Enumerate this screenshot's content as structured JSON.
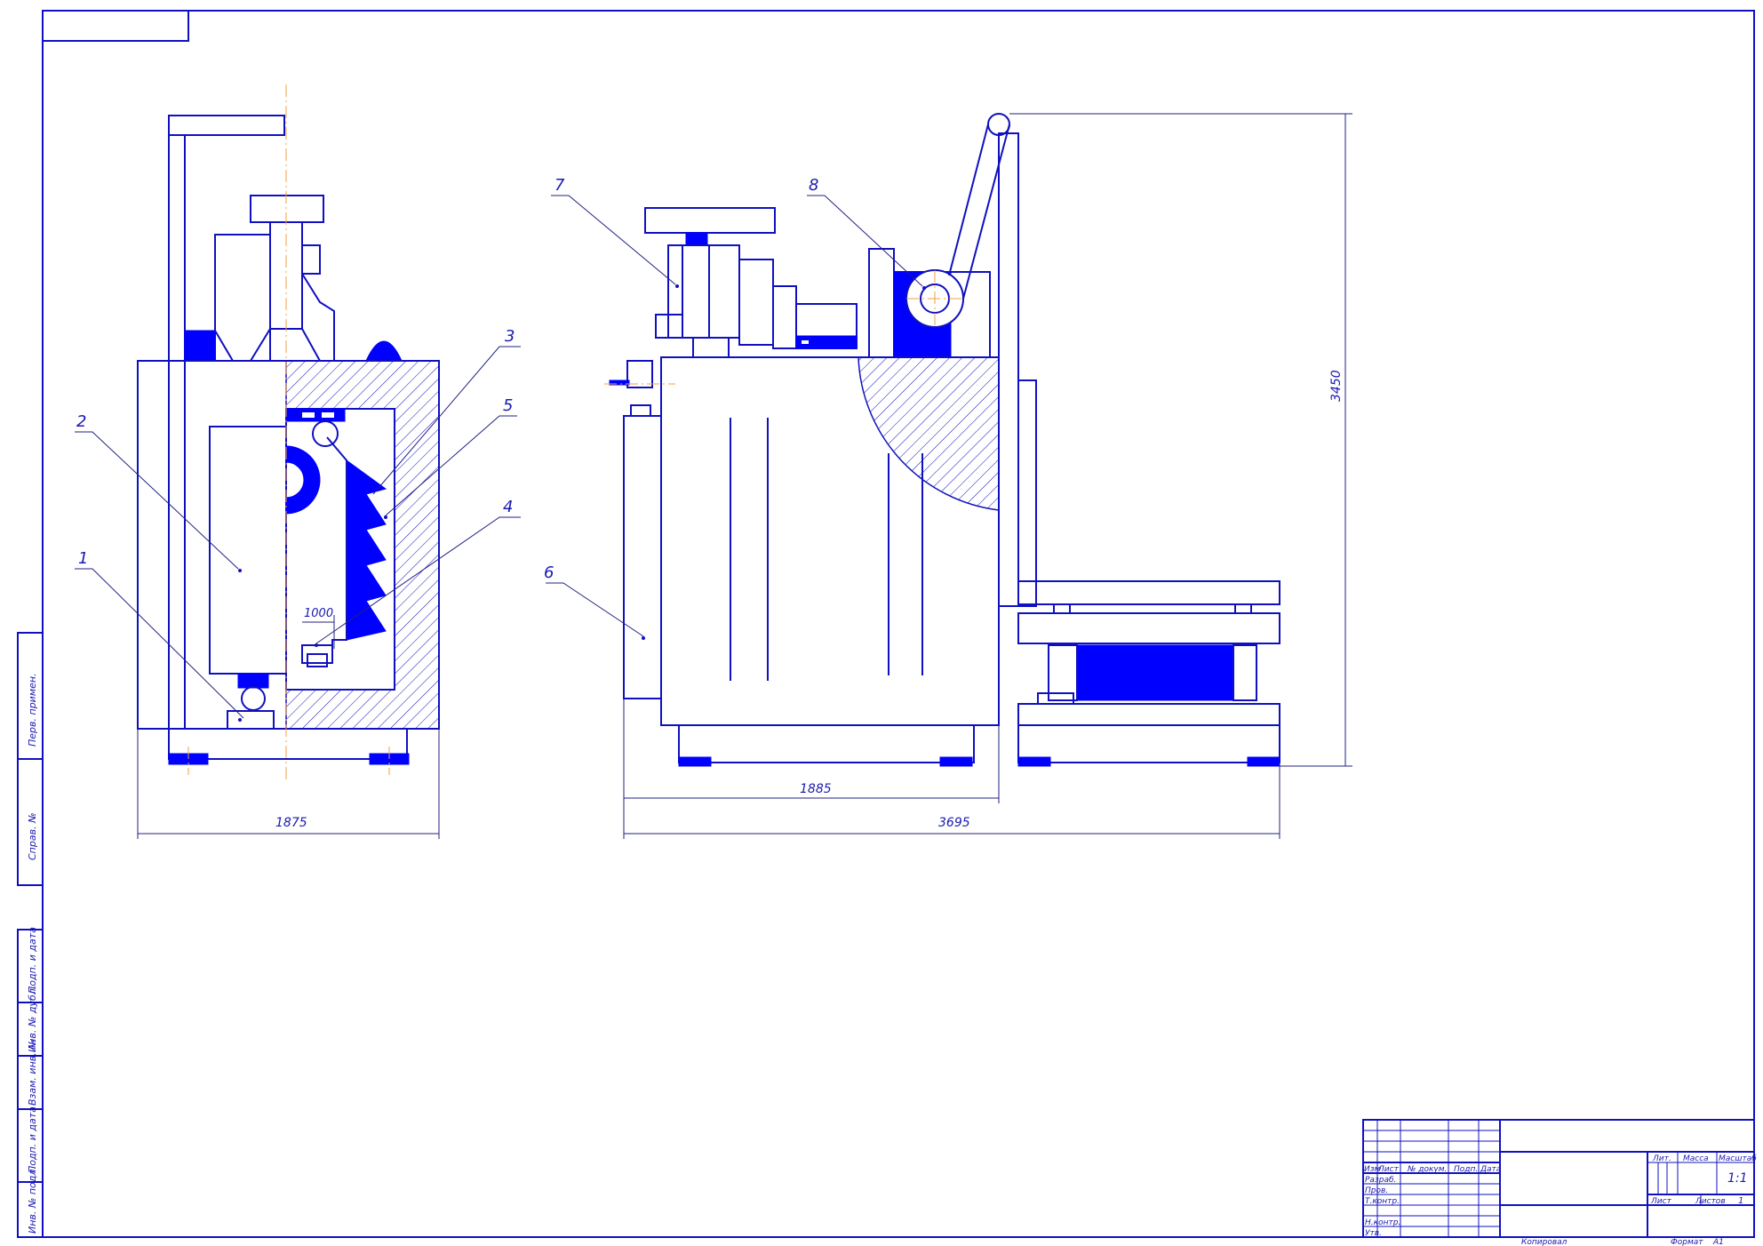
{
  "drawing": {
    "colors": {
      "line": "#1010c0",
      "fill": "#0000ff",
      "axis": "#f0a040",
      "text": "#1a1ab0"
    },
    "part_labels": [
      "1",
      "2",
      "3",
      "4",
      "5",
      "6",
      "7",
      "8"
    ],
    "dimensions": {
      "front_width": "1875",
      "side_depth": "1885",
      "overall_length": "3695",
      "height": "3450",
      "inner": "1000"
    }
  },
  "side_stamp": {
    "cells": [
      "Перв. примен.",
      "Справ. №",
      "Подп. и дата",
      "Инв. № дубл.",
      "Взам. инв. №",
      "Подп. и дата",
      "Инв. № подл."
    ]
  },
  "title_block": {
    "header": [
      "Изм",
      "Лист",
      "№ докум.",
      "Подп.",
      "Дата"
    ],
    "roles": [
      "Разраб.",
      "Пров.",
      "Т.контр.",
      "Н.контр.",
      "Утв."
    ],
    "lit_label": "Лит.",
    "mass_label": "Масса",
    "scale_label": "Масштаб",
    "scale_value": "1:1",
    "sheet_label": "Лист",
    "sheets_label": "Листов",
    "sheets_value": "1",
    "copied_label": "Копировал",
    "format_label": "Формат",
    "format_value": "А1"
  }
}
